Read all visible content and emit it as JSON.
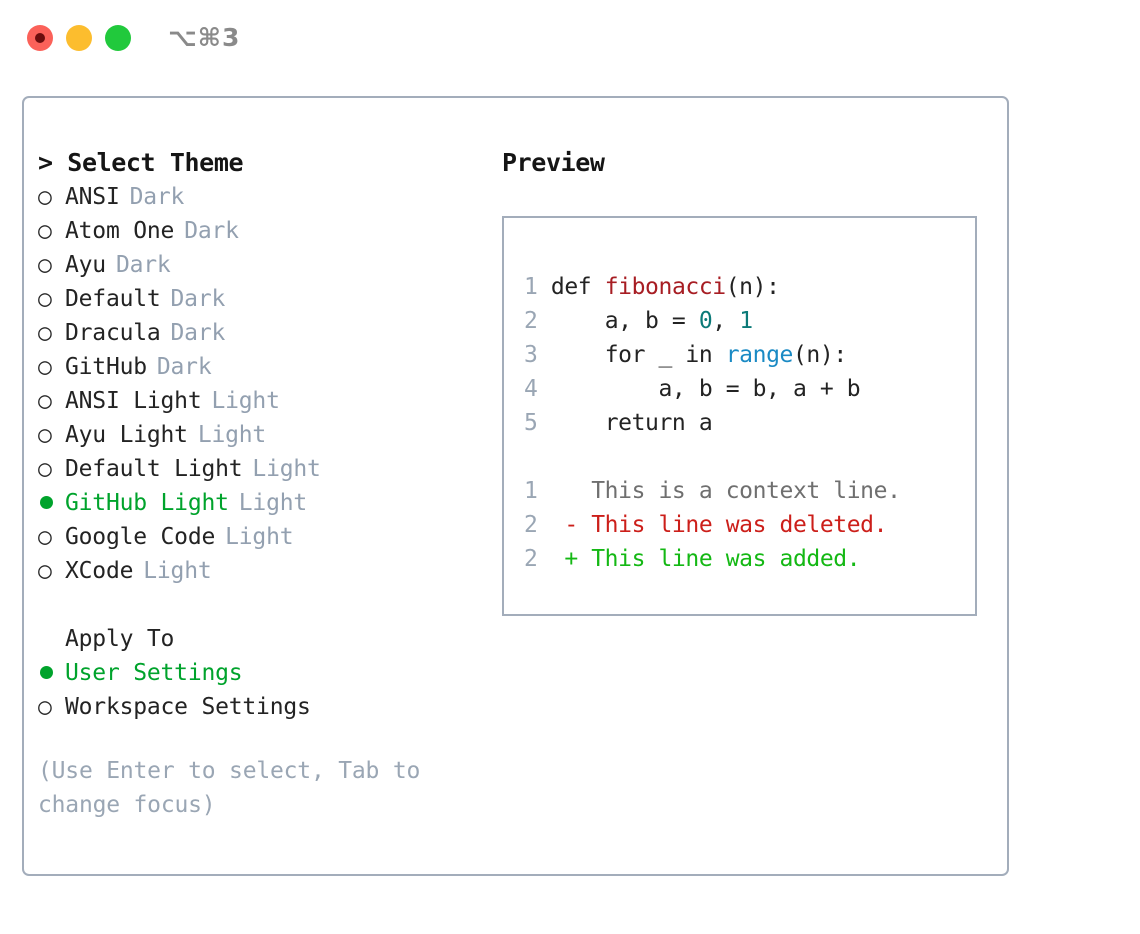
{
  "window": {
    "shortcut": "⌥⌘3",
    "traffic_lights": [
      {
        "name": "close",
        "color": "#fb6159"
      },
      {
        "name": "minimize",
        "color": "#fcbd2e"
      },
      {
        "name": "maximize",
        "color": "#21c93c"
      }
    ]
  },
  "theme_picker": {
    "title": "> Select Theme",
    "marker_unselected": "○",
    "items": [
      {
        "label": "ANSI",
        "badge": "Dark",
        "selected": false
      },
      {
        "label": "Atom One",
        "badge": "Dark",
        "selected": false
      },
      {
        "label": "Ayu",
        "badge": "Dark",
        "selected": false
      },
      {
        "label": "Default",
        "badge": "Dark",
        "selected": false
      },
      {
        "label": "Dracula",
        "badge": "Dark",
        "selected": false
      },
      {
        "label": "GitHub",
        "badge": "Dark",
        "selected": false
      },
      {
        "label": "ANSI Light",
        "badge": "Light",
        "selected": false
      },
      {
        "label": "Ayu Light",
        "badge": "Light",
        "selected": false
      },
      {
        "label": "Default Light",
        "badge": "Light",
        "selected": false
      },
      {
        "label": "GitHub Light",
        "badge": "Light",
        "selected": true
      },
      {
        "label": "Google Code",
        "badge": "Light",
        "selected": false
      },
      {
        "label": "XCode",
        "badge": "Light",
        "selected": false
      }
    ]
  },
  "apply_to": {
    "title": "Apply To",
    "options": [
      {
        "label": "User Settings",
        "selected": true
      },
      {
        "label": "Workspace Settings",
        "selected": false
      }
    ]
  },
  "hint": "(Use Enter to select, Tab to change focus)",
  "preview": {
    "title": "Preview",
    "code_lines": [
      {
        "num": "1",
        "tokens": [
          {
            "t": "def ",
            "c": "plain"
          },
          {
            "t": "fibonacci",
            "c": "fn"
          },
          {
            "t": "(n):",
            "c": "plain"
          }
        ]
      },
      {
        "num": "2",
        "tokens": [
          {
            "t": "    a, b = ",
            "c": "plain"
          },
          {
            "t": "0",
            "c": "num"
          },
          {
            "t": ", ",
            "c": "plain"
          },
          {
            "t": "1",
            "c": "num"
          }
        ]
      },
      {
        "num": "3",
        "tokens": [
          {
            "t": "    for _ in ",
            "c": "plain"
          },
          {
            "t": "range",
            "c": "kw"
          },
          {
            "t": "(n):",
            "c": "plain"
          }
        ]
      },
      {
        "num": "4",
        "tokens": [
          {
            "t": "        a, b = b, a + b",
            "c": "plain"
          }
        ]
      },
      {
        "num": "5",
        "tokens": [
          {
            "t": "    return a",
            "c": "plain"
          }
        ]
      }
    ],
    "diff_lines": [
      {
        "num": "1",
        "sign": "  ",
        "text": "This is a context line.",
        "kind": "ctx"
      },
      {
        "num": "2",
        "sign": "- ",
        "text": "This line was deleted.",
        "kind": "del"
      },
      {
        "num": "2",
        "sign": "+ ",
        "text": "This line was added.",
        "kind": "add"
      }
    ]
  },
  "colors": {
    "accent_green": "#00a32c",
    "border": "#a3adbb",
    "muted": "#93a0b0",
    "diff_add": "#14b814",
    "diff_del": "#cc1f1a",
    "code_fn": "#a71d23",
    "code_kw": "#1a8ac4",
    "code_num": "#0b7a78"
  }
}
